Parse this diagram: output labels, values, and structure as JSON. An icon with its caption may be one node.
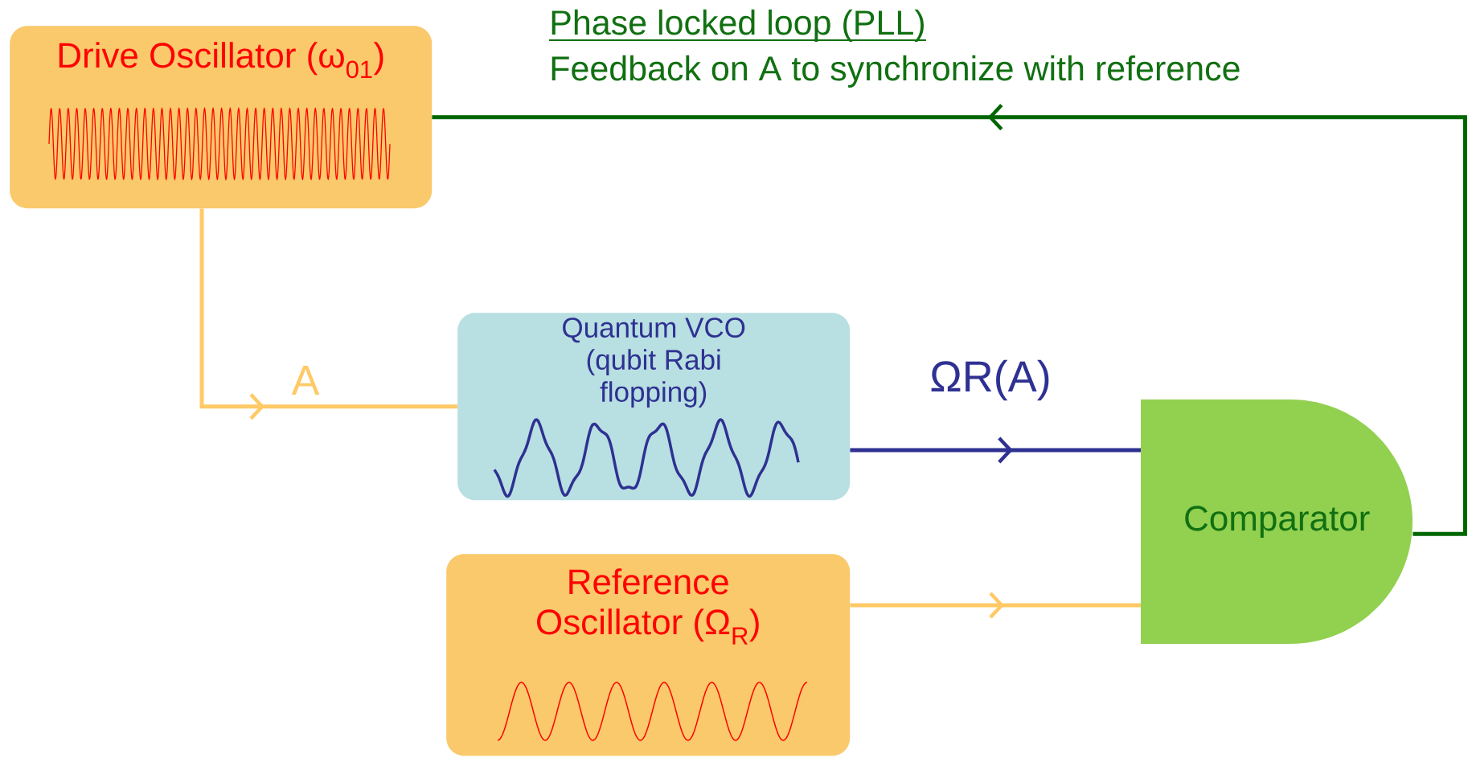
{
  "diagram": {
    "title": "Phase locked loop (PLL)",
    "nodes": [
      {
        "text": [
          "Drive Oscillator (ω$_{01}$)"
        ]
      },
      {
        "text": [
          "Quantum VCO (qubit Rabi flopping)"
        ]
      },
      {
        "text": [
          "Reference Oscillator (Ω$_{R}$)"
        ]
      },
      {
        "text": [
          "Comparator"
        ]
      }
    ],
    "edges": [
      {
        "from": 0,
        "to": 1,
        "arrow": "to",
        "label": "A"
      },
      {
        "from": 1,
        "to": 3,
        "arrow": "to",
        "label": "ΩR(A)",
        "color": "#2e3192"
      },
      {
        "from": 2,
        "to": 3,
        "arrow": "to"
      },
      {
        "from": 3,
        "to": 0,
        "arrow": "to",
        "color": "#006600"
      }
    ],
    "labels": [
      "Feedback on A to synchronize with reference"
    ]
  }
}
